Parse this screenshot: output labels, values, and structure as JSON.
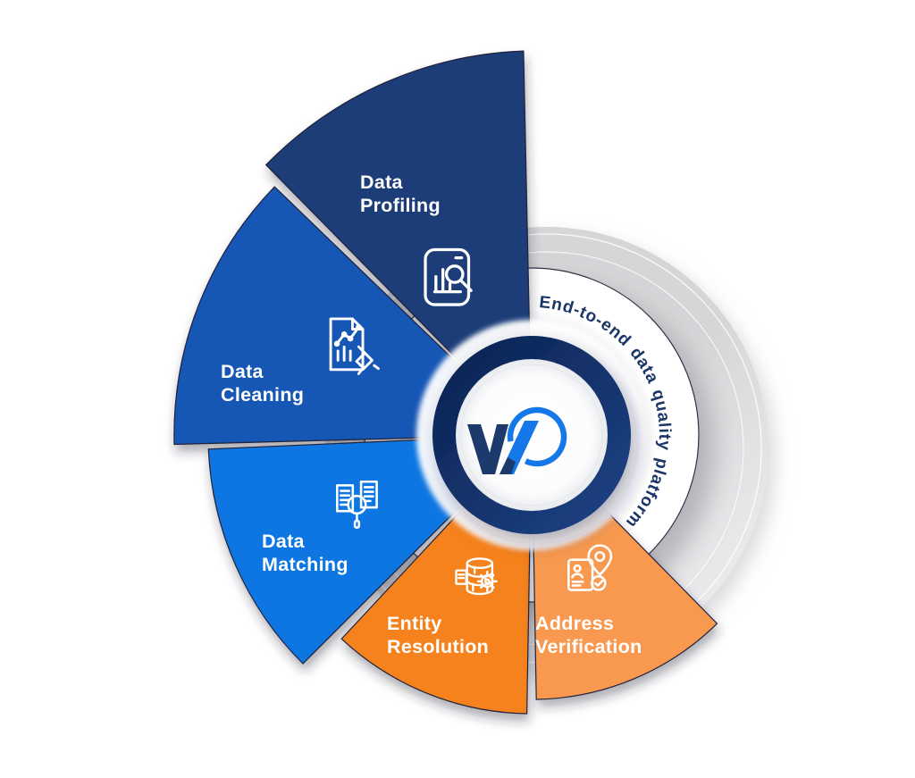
{
  "figure": {
    "type": "circular-infographic",
    "ring_label": "End-to-end data quality platform"
  },
  "center": {
    "logo_icon": "w-logo"
  },
  "segments": [
    {
      "name": "Data Profiling",
      "line1": "Data",
      "line2": "Profiling",
      "color": "#1E3C78",
      "icon": "report-scroll-magnifier-icon"
    },
    {
      "name": "Data Cleaning",
      "line1": "Data",
      "line2": "Cleaning",
      "color": "#1356B5",
      "icon": "document-chart-brush-icon"
    },
    {
      "name": "Data Matching",
      "line1": "Data",
      "line2": "Matching",
      "color": "#0C76E2",
      "icon": "documents-magnifier-icon"
    },
    {
      "name": "Entity Resolution",
      "line1": "Entity",
      "line2": "Resolution",
      "color": "#F5821F",
      "icon": "database-gear-document-icon"
    },
    {
      "name": "Address Verification",
      "line1": "Address",
      "line2": "Verification",
      "color": "#F8994F",
      "icon": "id-card-location-check-icon"
    }
  ],
  "colors": {
    "ring_text": "#1B3566",
    "logo_navy": "#1C3A6B",
    "logo_blue": "#1478E8",
    "center_ring_dark": "#0B2150",
    "center_ring_light": "#1E4487",
    "disc_gray": "#D6D6D8",
    "label_text": "#FFFFFF"
  }
}
